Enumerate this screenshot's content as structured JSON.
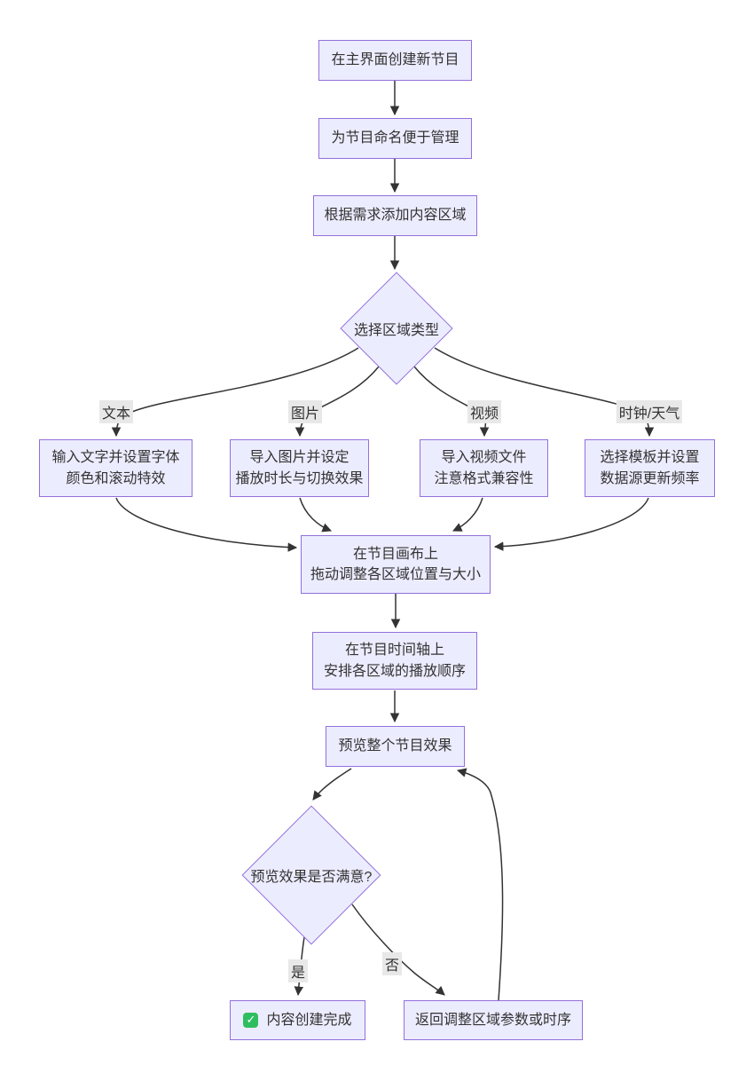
{
  "diagram": {
    "nodes": {
      "create_program": {
        "label": "在主界面创建新节目"
      },
      "name_program": {
        "label": "为节目命名便于管理"
      },
      "add_regions": {
        "label": "根据需求添加内容区域"
      },
      "choose_type": {
        "label": "选择区域类型"
      },
      "text_region": {
        "line1": "输入文字并设置字体",
        "line2": "颜色和滚动特效"
      },
      "image_region": {
        "line1": "导入图片并设定",
        "line2": "播放时长与切换效果"
      },
      "video_region": {
        "line1": "导入视频文件",
        "line2": "注意格式兼容性"
      },
      "clock_region": {
        "line1": "选择模板并设置",
        "line2": "数据源更新频率"
      },
      "canvas_adjust": {
        "line1": "在节目画布上",
        "line2": "拖动调整各区域位置与大小"
      },
      "timeline_arrange": {
        "line1": "在节目时间轴上",
        "line2": "安排各区域的播放顺序"
      },
      "preview": {
        "label": "预览整个节目效果"
      },
      "preview_ok": {
        "label": "预览效果是否满意?"
      },
      "done": {
        "label": "内容创建完成"
      },
      "adjust_back": {
        "label": "返回调整区域参数或时序"
      }
    },
    "edge_labels": {
      "text": "文本",
      "image": "图片",
      "video": "视频",
      "clock_weather": "时钟/天气",
      "yes": "是",
      "no": "否"
    },
    "icons": {
      "check": "✓"
    },
    "colors": {
      "node_fill": "#ECECFF",
      "node_border": "#9370DB",
      "edge": "#333333",
      "text": "#333333",
      "edge_label_bg": "#e8e8e8",
      "check_green": "#2EBE60",
      "background": "#ffffff"
    }
  }
}
